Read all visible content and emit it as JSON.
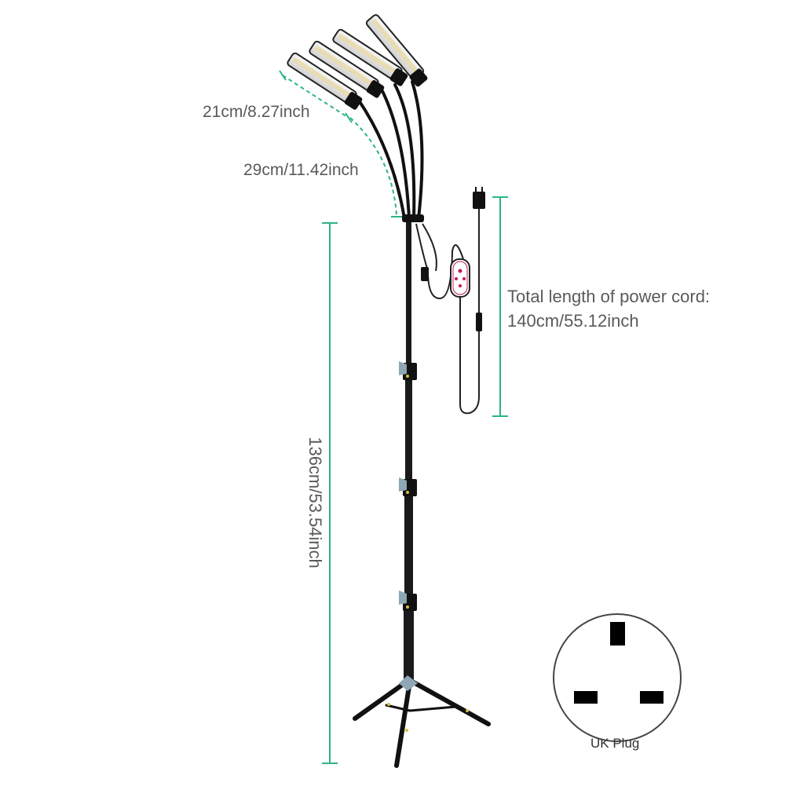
{
  "labels": {
    "arm_length": "21cm/8.27inch",
    "gooseneck_length": "29cm/11.42inch",
    "cord_line1": "Total length of power cord:",
    "cord_line2": "140cm/55.12inch",
    "stand_height": "136cm/53.54inch",
    "plug_type": "UK Plug"
  },
  "colors": {
    "dimension_line": "#2db38a",
    "stand": "#1a1a1a",
    "led_panel": "#f2f2f2",
    "led_chip": "#e8d9a8",
    "text": "#5a5a5a",
    "controller_accent": "#c2185b"
  },
  "icons": [
    "uk-plug-socket-icon",
    "remote-controller-icon",
    "power-adapter-icon"
  ]
}
